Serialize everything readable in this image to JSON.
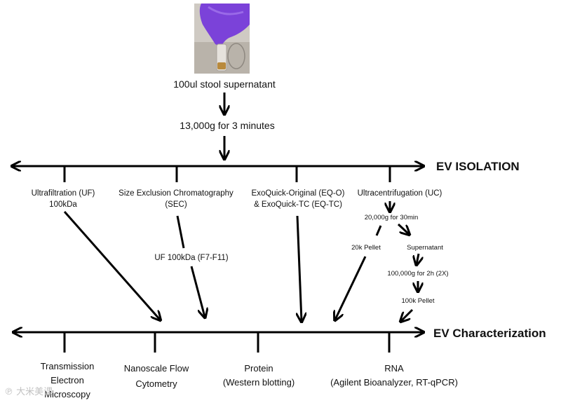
{
  "photo": {
    "description_icon": "stool-sample-tube-photo",
    "colors": {
      "glove": "#7a3fd6",
      "tube_liquid": "#b8863a",
      "background": "#c9c4bd"
    }
  },
  "steps": {
    "sample": "100ul stool supernatant",
    "spin": "13,000g for 3 minutes"
  },
  "headers": {
    "isolation": "EV ISOLATION",
    "characterization": "EV Characterization"
  },
  "methods": {
    "uf_line1": "Ultrafiltration (UF)",
    "uf_line2": "100kDa",
    "sec_line1": "Size Exclusion Chromatography",
    "sec_line2": "(SEC)",
    "sec_sub": "UF 100kDa (F7-F11)",
    "eq_line1": "ExoQuick-Original (EQ-O)",
    "eq_line2": "& ExoQuick-TC (EQ-TC)",
    "uc_line1": "Ultracentrifugation (UC)",
    "uc_step1": "20,000g for 30min",
    "uc_pellet20": "20k Pellet",
    "uc_supernatant": "Supernatant",
    "uc_step2": "100,000g for 2h (2X)",
    "uc_pellet100": "100k Pellet"
  },
  "characterization": {
    "tem_line1": "Transmission",
    "tem_line2": "Electron",
    "tem_line3": "Microscopy",
    "nfc_line1": "Nanoscale Flow",
    "nfc_line2": "Cytometry",
    "protein_line1": "Protein",
    "protein_line2": "(Western blotting)",
    "rna_line1": "RNA",
    "rna_line2": "(Agilent Bioanalyzer, RT-qPCR)"
  },
  "watermark": "℗ 大米美课"
}
